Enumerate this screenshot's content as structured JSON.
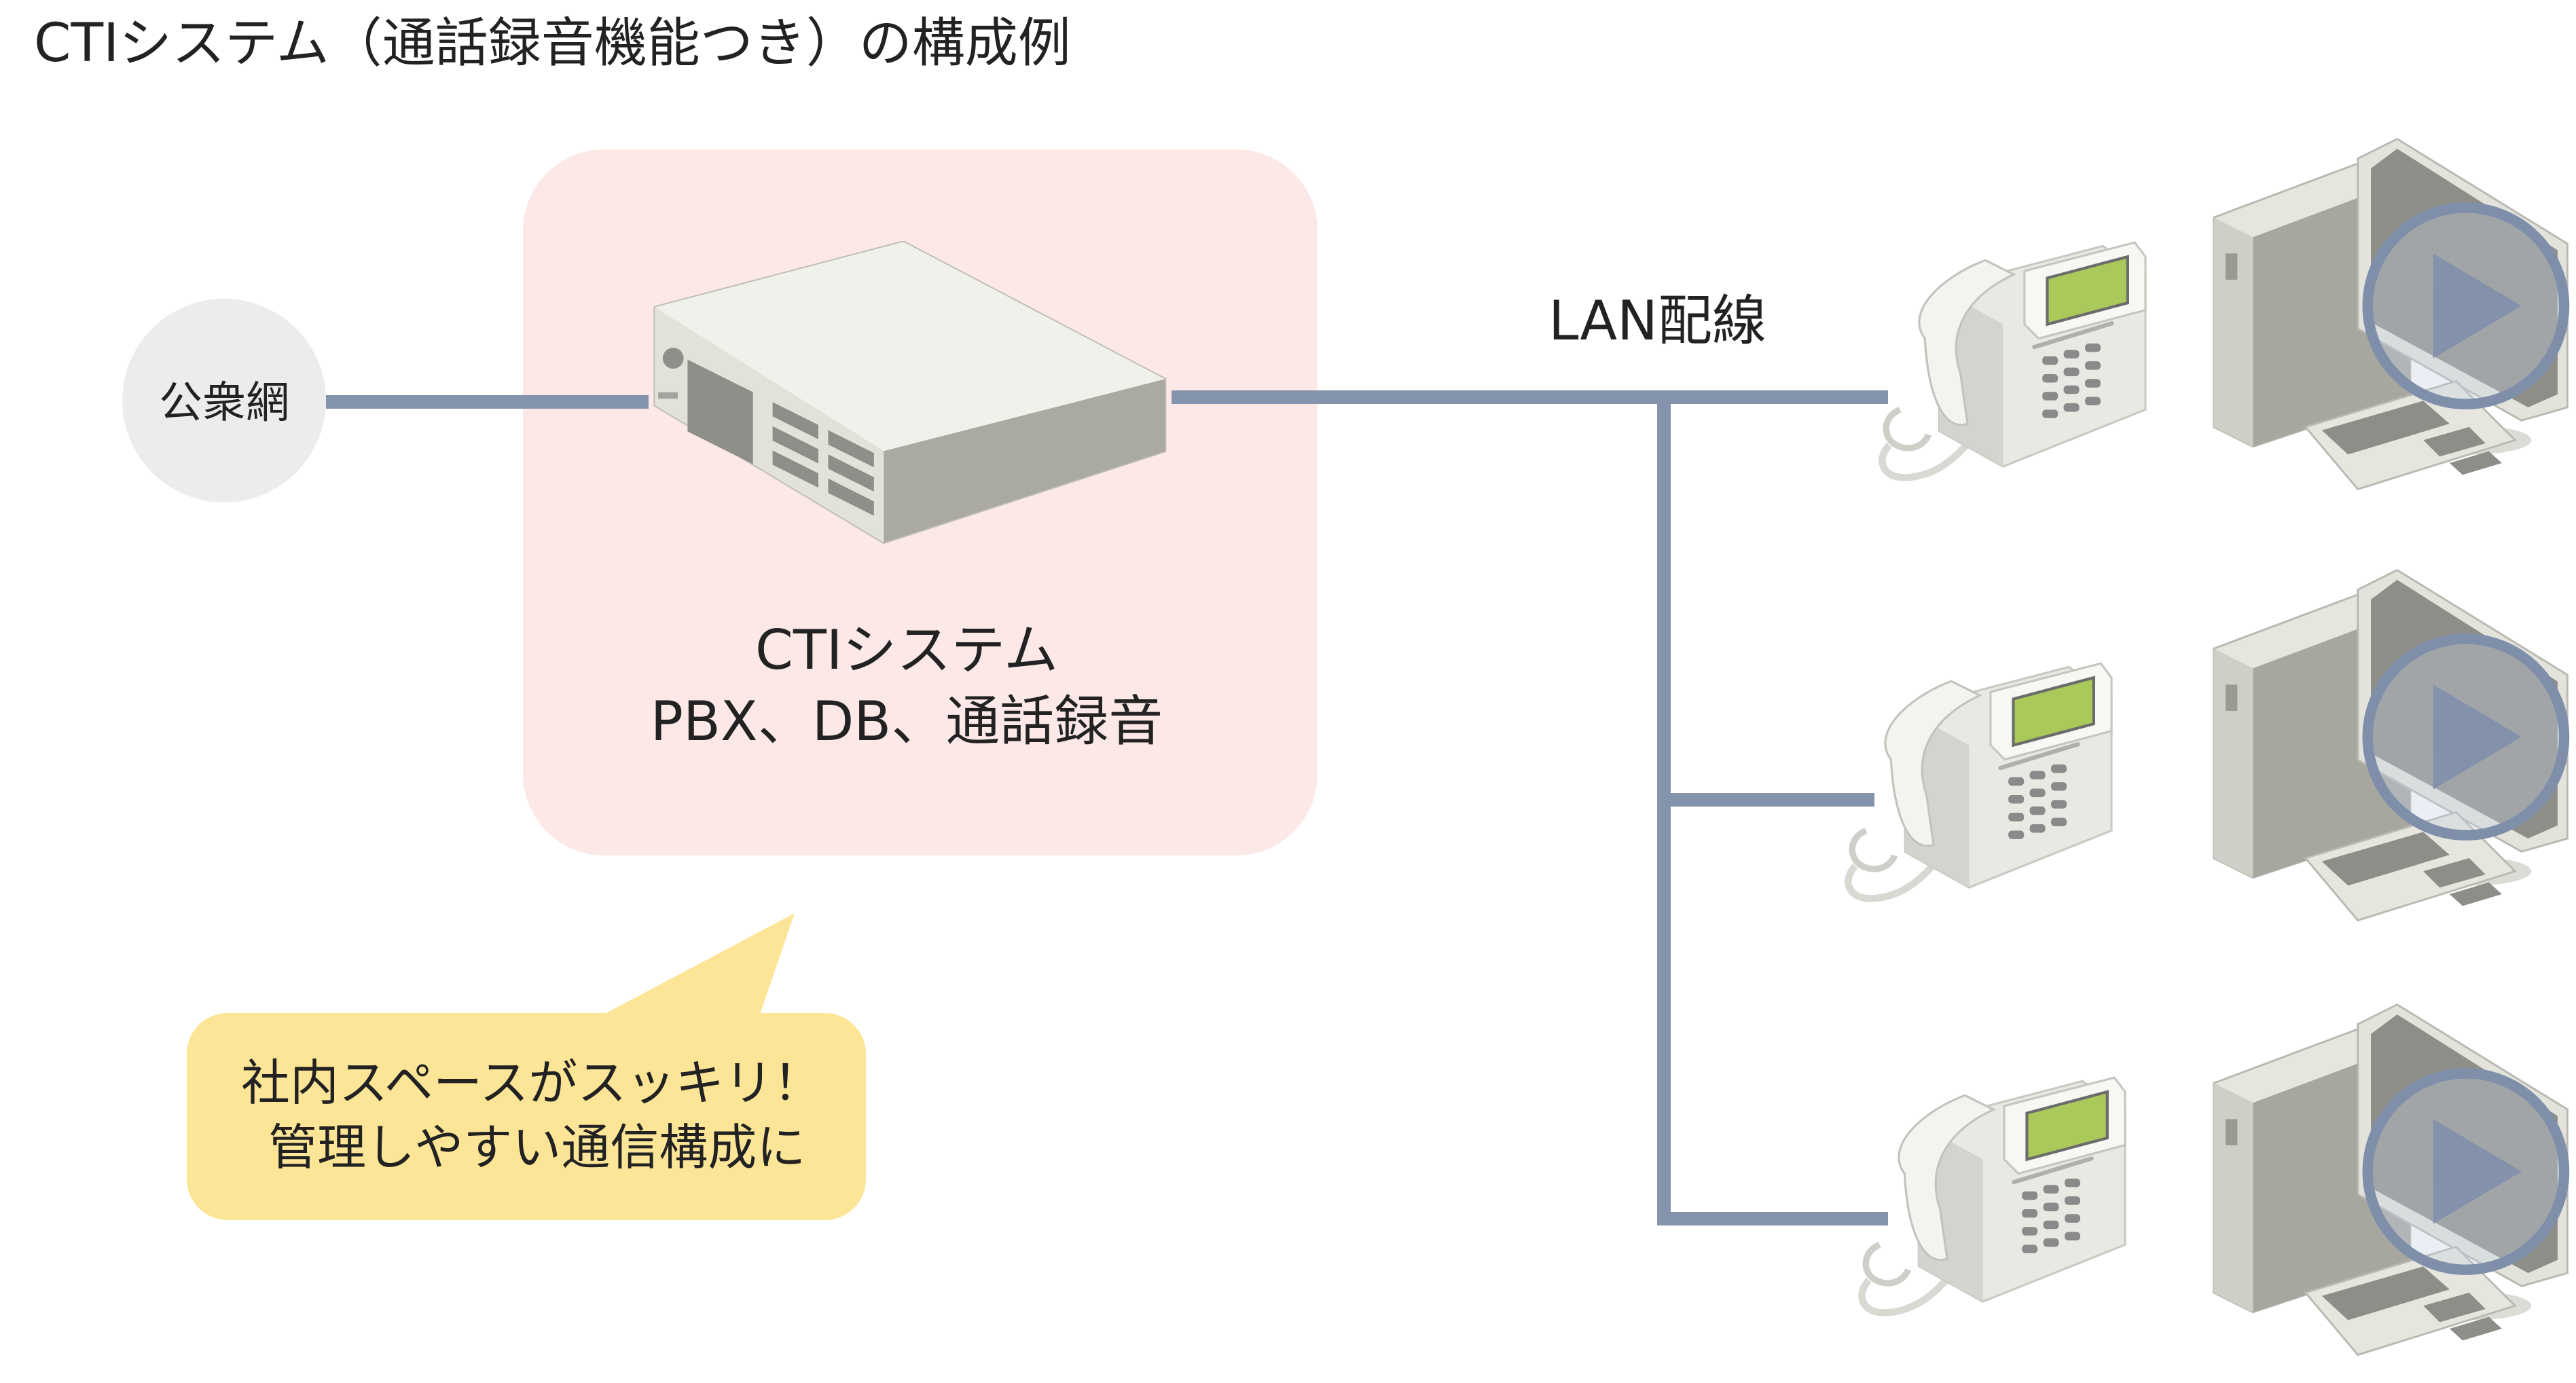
{
  "title": "CTIシステム（通話録音機能つき）の構成例",
  "public_network": {
    "label": "公衆網"
  },
  "cti_box": {
    "line1": "CTIシステム",
    "line2": "PBX、DB、通話録音"
  },
  "lan": {
    "label": "LAN配線"
  },
  "callout": {
    "line1": "社内スペースがスッキリ！",
    "line2": "管理しやすい通信構成に"
  },
  "colors": {
    "line": "#8594ad",
    "cti_box_fill": "#fde8e8",
    "callout_fill": "#fde597",
    "circle_fill": "#ececec",
    "device_body": "#e6e6df",
    "device_shadow": "#a9a9a2",
    "phone_screen": "#a9c95a",
    "play_ring": "#7f8faa"
  },
  "terminals": [
    {
      "phone": "desk-phone",
      "pc": "desktop-pc"
    },
    {
      "phone": "desk-phone",
      "pc": "desktop-pc"
    },
    {
      "phone": "desk-phone",
      "pc": "desktop-pc"
    }
  ]
}
